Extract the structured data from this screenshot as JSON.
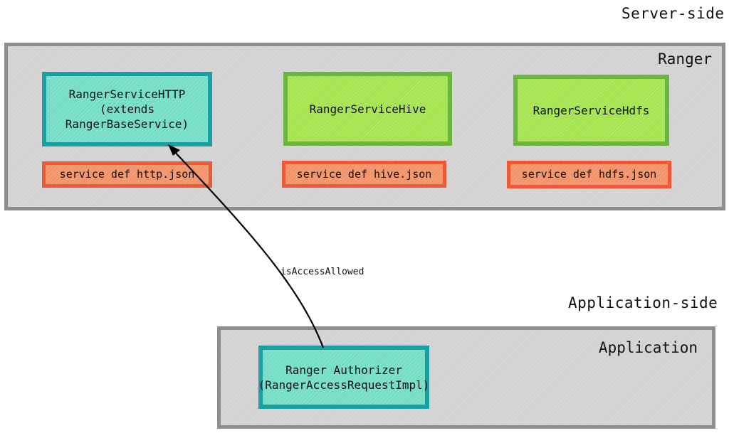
{
  "zones": {
    "server": {
      "label": "Server-side"
    },
    "application": {
      "label": "Application-side"
    }
  },
  "containers": {
    "ranger": {
      "title": "Ranger"
    },
    "application": {
      "title": "Application"
    }
  },
  "services": [
    {
      "label": "RangerServiceHTTP\n(extends\nRangerBaseService)",
      "def": "service def http.json"
    },
    {
      "label": "RangerServiceHive",
      "def": "service def hive.json"
    },
    {
      "label": "RangerServiceHdfs",
      "def": "service def hdfs.json"
    }
  ],
  "authorizer": {
    "label": "Ranger Authorizer\n(RangerAccessRequestImpl)"
  },
  "edge": {
    "label": "isAccessAllowed"
  },
  "colors": {
    "container_fill": "#d2d2d2",
    "container_border": "#8e8e8e",
    "teal_fill": "#73ddc6",
    "teal_border": "#1a9fa3",
    "green_fill": "#a6e44f",
    "green_border": "#6ab641",
    "orange_fill": "#f3936a",
    "orange_border": "#ec5a3a",
    "arrow": "#000000"
  }
}
